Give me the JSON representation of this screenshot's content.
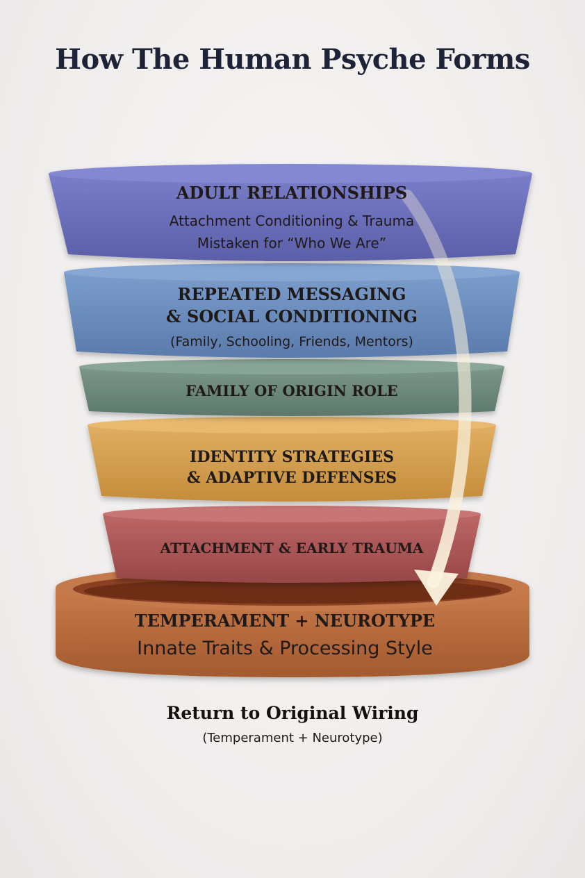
{
  "title": "How The Human Psyche Forms",
  "layers": [
    {
      "heading": "ADULT RELATIONSHIPS",
      "lines": [
        "Attachment Conditioning & Trauma",
        "Mistaken for “Who We Are”"
      ],
      "color": "#6b6fbd"
    },
    {
      "heading_lines": [
        "REPEATED MESSAGING",
        "& SOCIAL CONDITIONING"
      ],
      "lines": [
        "(Family, Schooling, Friends, Mentors)"
      ],
      "color": "#6b8fc0"
    },
    {
      "heading": "FAMILY OF ORIGIN ROLE",
      "color": "#6e8a7d"
    },
    {
      "heading_lines": [
        "IDENTITY STRATEGIES",
        "& ADAPTIVE DEFENSES"
      ],
      "color": "#d6a04e"
    },
    {
      "heading": "ATTACHMENT & EARLY TRAUMA",
      "color": "#b05a5a"
    },
    {
      "heading": "TEMPERAMENT + NEUROTYPE",
      "lines": [
        "Innate Traits & Processing Style"
      ],
      "color": "#b86a3e"
    }
  ],
  "footer": {
    "title": "Return to Original Wiring",
    "subtitle": "(Temperament + Neurotype)"
  }
}
